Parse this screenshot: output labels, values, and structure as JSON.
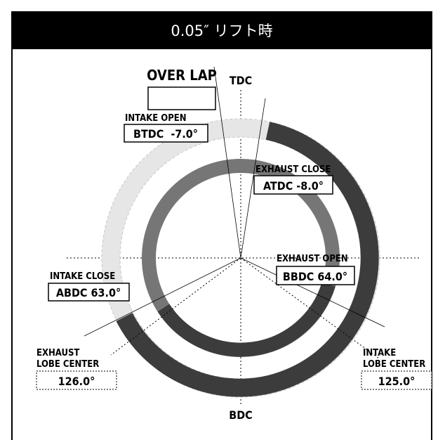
{
  "header": {
    "title": "0.05″ リフト時"
  },
  "labels": {
    "tdc": "TDC",
    "bdc": "BDC",
    "overlap": "OVER LAP",
    "overlap_value": "",
    "intake_open": "INTAKE OPEN",
    "intake_open_value": "BTDC  -7.0°",
    "exhaust_close": "EXHAUST CLOSE",
    "exhaust_close_value": "ATDC -8.0°",
    "exhaust_open": "EXHAUST OPEN",
    "exhaust_open_value": "BBDC 64.0°",
    "intake_close": "INTAKE CLOSE",
    "intake_close_value": "ABDC 63.0°",
    "exhaust_lobe_center_1": "EXHAUST",
    "exhaust_lobe_center_2": "LOBE CENTER",
    "exhaust_lobe_center_value": "126.0°",
    "intake_lobe_center_1": "INTAKE",
    "intake_lobe_center_2": "LOBE CENTER",
    "intake_lobe_center_value": "125.0°"
  },
  "colors": {
    "intake_ring": "#e6e6e6",
    "exhaust_ring_dark": "#3c3c3c",
    "exhaust_ring_mid": "#767676",
    "header_bg": "#000000"
  }
}
